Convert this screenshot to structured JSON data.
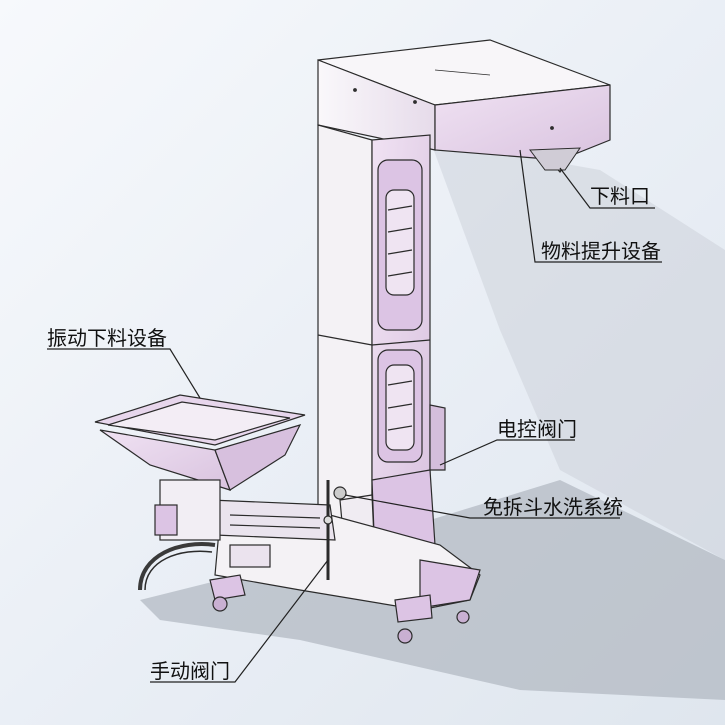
{
  "labels": {
    "discharge_port": "下料口",
    "bucket_elevator": "物料提升设备",
    "vibratory_feeder": "振动下料设备",
    "electric_valve": "电控阀门",
    "washing_system": "免拆斗水洗系统",
    "manual_valve": "手动阀门"
  },
  "colors": {
    "panel_fill": "#e8d8ec",
    "panel_light": "#f5f1f7",
    "outline": "#2b2b2b",
    "shadow": "#a7aeb7",
    "window_fill": "#dcc4e4"
  }
}
